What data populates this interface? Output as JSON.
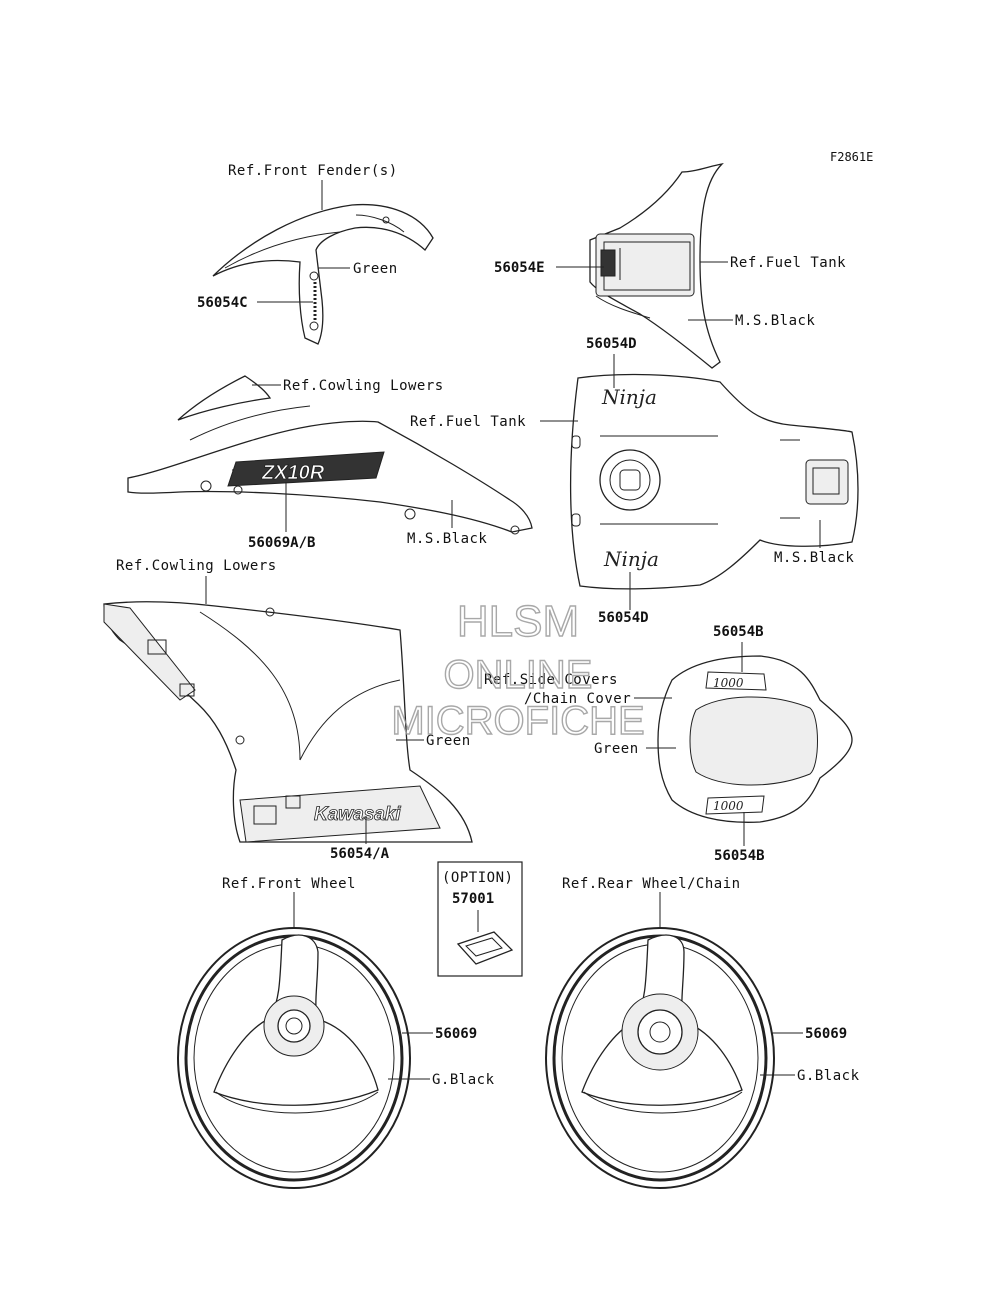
{
  "figure_id": "F2861E",
  "watermark": {
    "line1": "HLSM",
    "line2": "ONLINE",
    "line3": "MICROFICHE"
  },
  "decals": {
    "zx10r": "ZX10R",
    "ninja": "Ninja",
    "kawasaki": "Kawasaki",
    "c1000": "1000"
  },
  "labels": {
    "ref_front_fender": "Ref.Front Fender(s)",
    "green_fender": "Green",
    "p56054C": "56054C",
    "p56054E": "56054E",
    "ref_fuel_tank_top": "Ref.Fuel Tank",
    "ms_black_tail": "M.S.Black",
    "p56054D_top": "56054D",
    "ref_cowling_lowers_1": "Ref.Cowling Lowers",
    "ref_fuel_tank_mid": "Ref.Fuel Tank",
    "p56069AB": "56069A/B",
    "ms_black_cowl": "M.S.Black",
    "ms_black_tank": "M.S.Black",
    "ref_cowling_lowers_2": "Ref.Cowling Lowers",
    "p56054D_bot": "56054D",
    "p56054B_top": "56054B",
    "ref_side_covers": "Ref.Side Covers",
    "chain_cover": "/Chain Cover",
    "green_side": "Green",
    "green_cowl": "Green",
    "p56054B_bot": "56054B",
    "p56054A": "56054/A",
    "option": "(OPTION)",
    "p57001": "57001",
    "ref_front_wheel": "Ref.Front Wheel",
    "ref_rear_wheel": "Ref.Rear Wheel/Chain",
    "p56069_front": "56069",
    "gblack_front": "G.Black",
    "p56069_rear": "56069",
    "gblack_rear": "G.Black"
  }
}
